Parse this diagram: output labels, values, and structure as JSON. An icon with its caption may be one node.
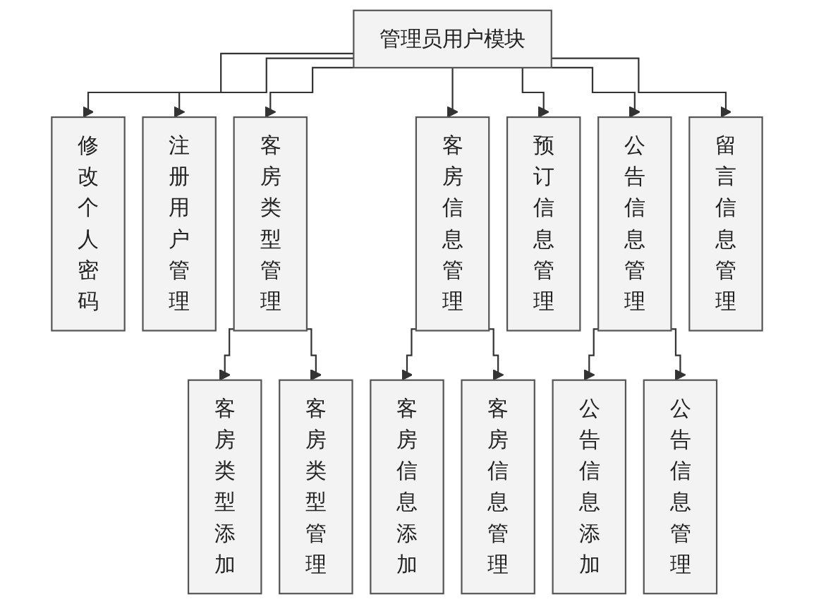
{
  "diagram": {
    "nodes": [
      {
        "text": [
          "管理员用户模块"
        ]
      },
      {
        "text": [
          "修改个人密码"
        ]
      },
      {
        "text": [
          "注册用户管理"
        ]
      },
      {
        "text": [
          "客房类型管理"
        ]
      },
      {
        "text": [
          "客房信息管理"
        ]
      },
      {
        "text": [
          "预订信息管理"
        ]
      },
      {
        "text": [
          "公告信息管理"
        ]
      },
      {
        "text": [
          "留言信息管理"
        ]
      },
      {
        "text": [
          "客房类型添加"
        ]
      },
      {
        "text": [
          "客房类型管理"
        ]
      },
      {
        "text": [
          "客房信息添加"
        ]
      },
      {
        "text": [
          "客房信息管理"
        ]
      },
      {
        "text": [
          "公告信息添加"
        ]
      },
      {
        "text": [
          "公告信息管理"
        ]
      }
    ],
    "edges": [
      {
        "from": 0,
        "to": 1,
        "arrow": "to"
      },
      {
        "from": 0,
        "to": 2,
        "arrow": "to"
      },
      {
        "from": 0,
        "to": 3,
        "arrow": "to"
      },
      {
        "from": 0,
        "to": 4,
        "arrow": "to"
      },
      {
        "from": 0,
        "to": 5,
        "arrow": "to"
      },
      {
        "from": 0,
        "to": 6,
        "arrow": "to"
      },
      {
        "from": 0,
        "to": 7,
        "arrow": "to"
      },
      {
        "from": 3,
        "to": 8,
        "arrow": "to"
      },
      {
        "from": 3,
        "to": 9,
        "arrow": "to"
      },
      {
        "from": 4,
        "to": 10,
        "arrow": "to"
      },
      {
        "from": 4,
        "to": 11,
        "arrow": "to"
      },
      {
        "from": 6,
        "to": 12,
        "arrow": "to"
      },
      {
        "from": 6,
        "to": 13,
        "arrow": "to"
      }
    ]
  }
}
